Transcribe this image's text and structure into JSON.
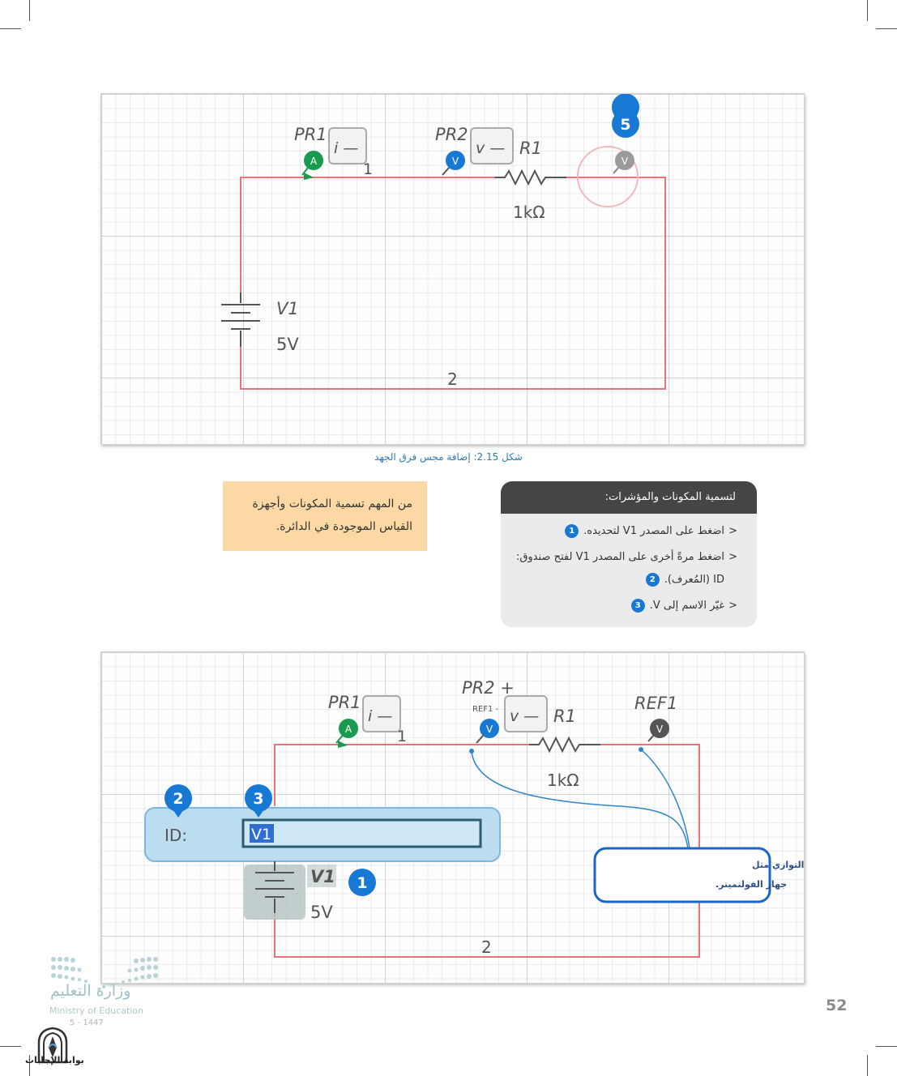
{
  "figure_top": {
    "labels": {
      "pr1": "PR1",
      "pr1_box": "i —",
      "node1": "1",
      "pr2": "PR2",
      "pr2_box": "v —",
      "r1": "R1",
      "r1_value": "1kΩ",
      "v1": "V1",
      "v1_value": "5V",
      "node2": "2",
      "probe_a": "A",
      "probe_v": "V",
      "probe_v_new": "V"
    },
    "callout": "5"
  },
  "caption": "شكل 2.15: إضافة مجس فرق الجهد",
  "note": "من المهم تسمية المكونات وأجهزة القياس الموجودة في الدائرة.",
  "steps": {
    "title": "لتسمية المكونات والمؤشرات:",
    "items": [
      {
        "text": "اضغط على المصدر V1 لتحديده.",
        "num": "1"
      },
      {
        "text": "اضغط مرةً أخرى على المصدر V1 لفتح صندوق: ID (المُعرف).",
        "num": "2"
      },
      {
        "text": "غيّر الاسم إلى V.",
        "num": "3"
      }
    ],
    "arrow": "<"
  },
  "figure_bottom": {
    "labels": {
      "pr1": "PR1",
      "pr1_box": "i —",
      "node1": "1",
      "pr2": "PR2 +",
      "ref_small": "REF1 -",
      "pr2_box": "v —",
      "r1": "R1",
      "r1_value": "1kΩ",
      "ref1": "REF1",
      "v1": "V1",
      "v1_value": "5V",
      "node2": "2",
      "probe_a": "A",
      "probe_v": "V",
      "probe_ref": "V"
    },
    "id_label": "ID:",
    "id_value": "V1",
    "callouts": {
      "c1": "1",
      "c2": "2",
      "c3": "3"
    },
    "bubble": {
      "line1": "يُوصل هذا المجس على التوازي مثل",
      "line2": "جهاز الفولتميتر."
    }
  },
  "page_number": "52",
  "ministry": {
    "arabic": "وزارة التعليم",
    "english": "Ministry of Education",
    "year": "5 - 1447"
  },
  "watermark": "بوابة الإجابات",
  "colors": {
    "wire": "#e8747a",
    "blue": "#1779d4",
    "green": "#1a9a4e",
    "orange_note": "#fcd9a4"
  }
}
